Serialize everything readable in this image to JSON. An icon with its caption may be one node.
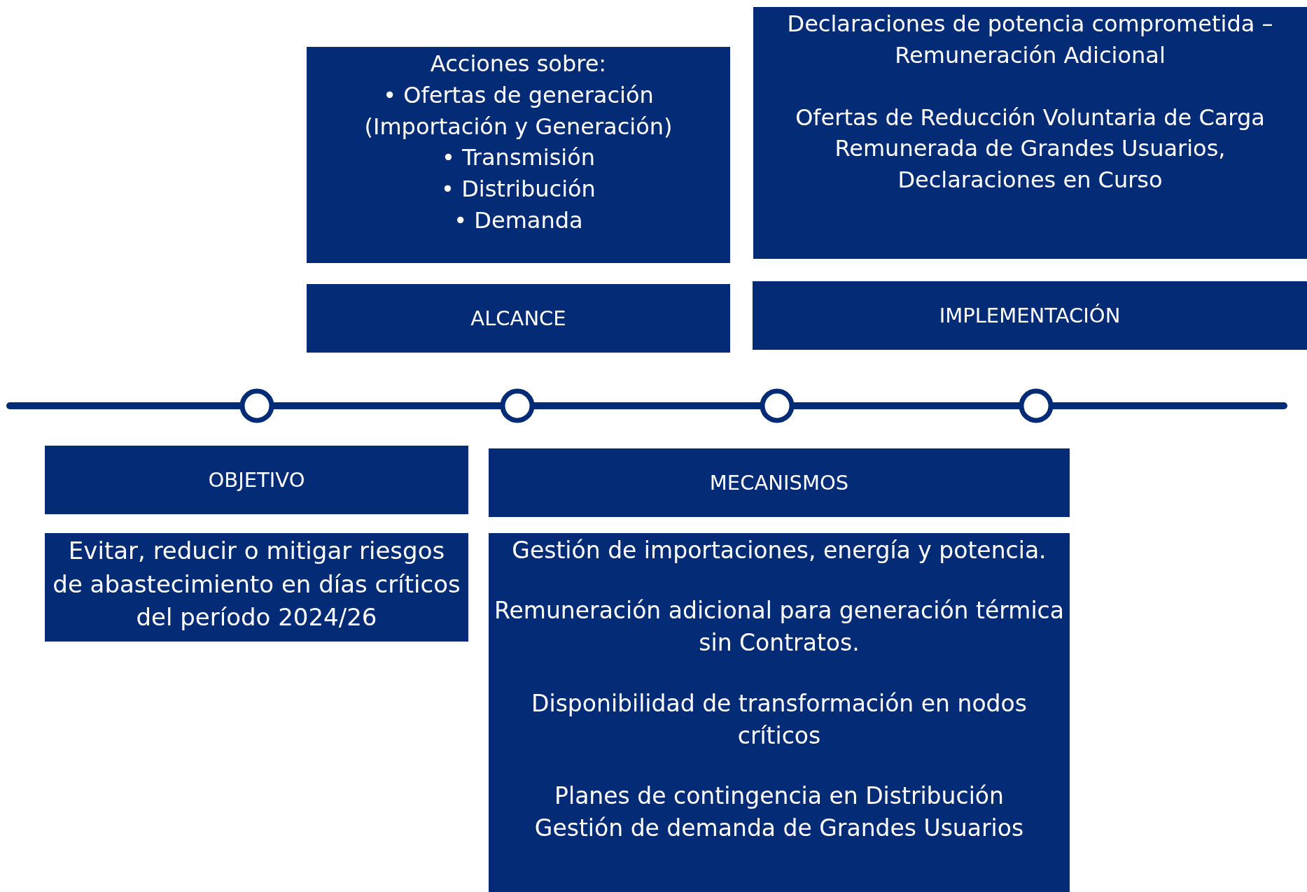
{
  "diagram": {
    "nodes": [
      {
        "text": [
          "Acciones sobre:",
          "• Ofertas de generación (Importación y Generación)",
          "• Transmisión",
          "• Distribución",
          "• Demanda"
        ]
      },
      {
        "text": [
          "Declaraciones de potencia comprometida – Remuneración Adicional",
          "Ofertas de Reducción Voluntaria de Carga Remunerada de Grandes Usuarios, Declaraciones en Curso"
        ]
      },
      {
        "text": [
          "ALCANCE"
        ]
      },
      {
        "text": [
          "IMPLEMENTACIÓN"
        ]
      },
      {
        "text": [],
        "shape": "circle"
      },
      {
        "text": [],
        "shape": "circle"
      },
      {
        "text": [],
        "shape": "circle"
      },
      {
        "text": [],
        "shape": "circle"
      },
      {
        "text": [
          "OBJETIVO"
        ]
      },
      {
        "text": [
          "MECANISMOS"
        ]
      },
      {
        "text": [
          "Evitar, reducir o mitigar riesgos de abastecimiento en días críticos del período 2024/26"
        ]
      },
      {
        "text": [
          "Gestión de importaciones, energía y potencia.",
          "Remuneración adicional para generación térmica sin Contratos.",
          "Disponibilidad de transformación en nodos críticos",
          "Planes de contingencia en Distribución",
          "Gestión de demanda de Grandes Usuarios"
        ]
      }
    ],
    "edges": [
      {
        "from": null,
        "to": 4,
        "arrow": "none"
      },
      {
        "from": 4,
        "to": 5,
        "arrow": "none"
      },
      {
        "from": 5,
        "to": 6,
        "arrow": "none"
      },
      {
        "from": 6,
        "to": 7,
        "arrow": "none"
      },
      {
        "from": 7,
        "to": null,
        "arrow": "none"
      }
    ]
  }
}
